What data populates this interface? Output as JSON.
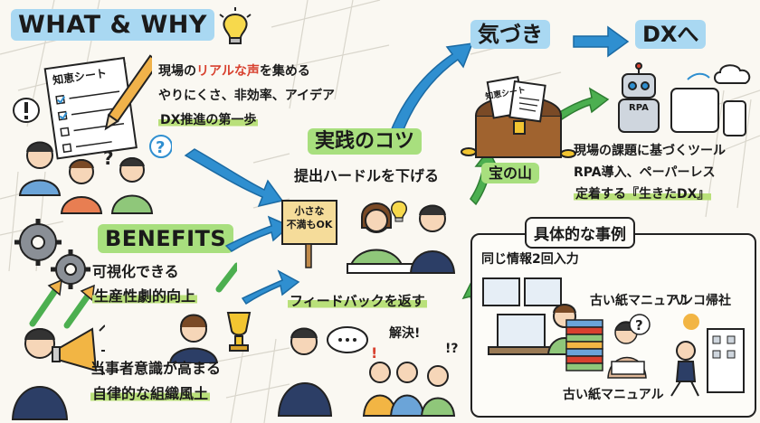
{
  "what_why": {
    "title": "WHAT & WHY",
    "sheet_label": "知恵シート",
    "line1_pre": "現場の",
    "line1_hl": "リアルな声",
    "line1_post": "を集める",
    "line2": "やりにくさ、非効率、アイデア",
    "line3": "DX推進の第一歩"
  },
  "benefits": {
    "title": "BENEFITS",
    "line1": "可視化できる",
    "line2": "生産性劇的向上",
    "line3": "当事者意識が高まる",
    "line4": "自律的な組織風土"
  },
  "practice": {
    "title": "実践のコツ",
    "subtitle": "提出ハードルを下げる",
    "sign": "小さな\n不満もOK",
    "feedback": "フィードバックを返す",
    "solved": "解決!",
    "marks": "!?"
  },
  "insight": {
    "left": "気づき",
    "right": "DXへ",
    "treasure": "宝の山",
    "chest_paper": "知恵シート",
    "robot_label": "RPA",
    "line1": "現場の課題に基づくツール",
    "line2": "RPA導入、ペーパーレス",
    "line3": "定着する『生きたDX』"
  },
  "examples": {
    "title": "具体的な事例",
    "ex1": "同じ情報2回入力",
    "ex2": "古い紙マニュアル",
    "ex3": "ハンコ帰社",
    "ex4": "古い紙マニュアル"
  },
  "colors": {
    "accent_blue": "#2f8fd0",
    "accent_green": "#4caf50",
    "highlight_green": "#a8df7e",
    "highlight_blue": "#a9d8f2",
    "red": "#d8412f"
  }
}
